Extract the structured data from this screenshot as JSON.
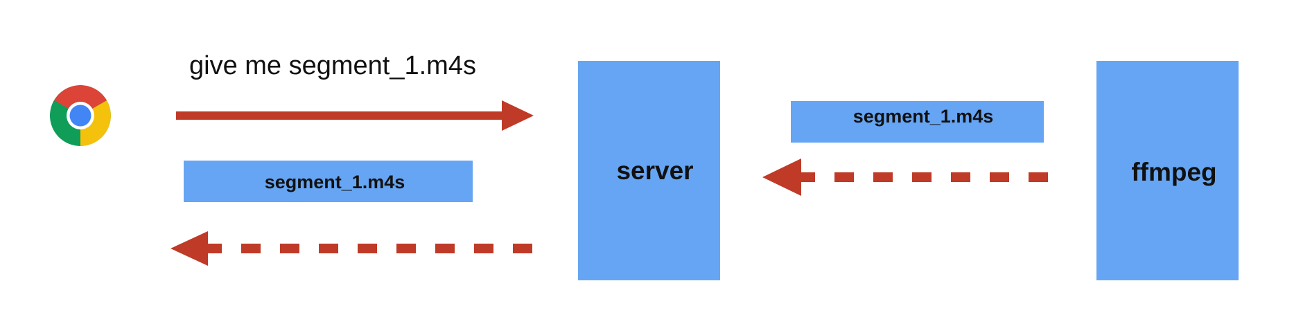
{
  "colors": {
    "box_blue": "#66A5F3",
    "arrow_red": "#BF3A27",
    "text_dark": "#111111",
    "background": "#FFFFFF",
    "chrome_red": "#DB4437",
    "chrome_yellow": "#F4C20D",
    "chrome_green": "#0F9D58",
    "chrome_blue": "#4285F4"
  },
  "browser": {
    "icon": "chrome-logo-icon"
  },
  "request": {
    "label": "give me segment_1.m4s"
  },
  "client_segment": {
    "label": "segment_1.m4s"
  },
  "server": {
    "label": "server"
  },
  "ffmpeg_segment": {
    "label": "segment_1.m4s"
  },
  "ffmpeg": {
    "label": "ffmpeg"
  }
}
